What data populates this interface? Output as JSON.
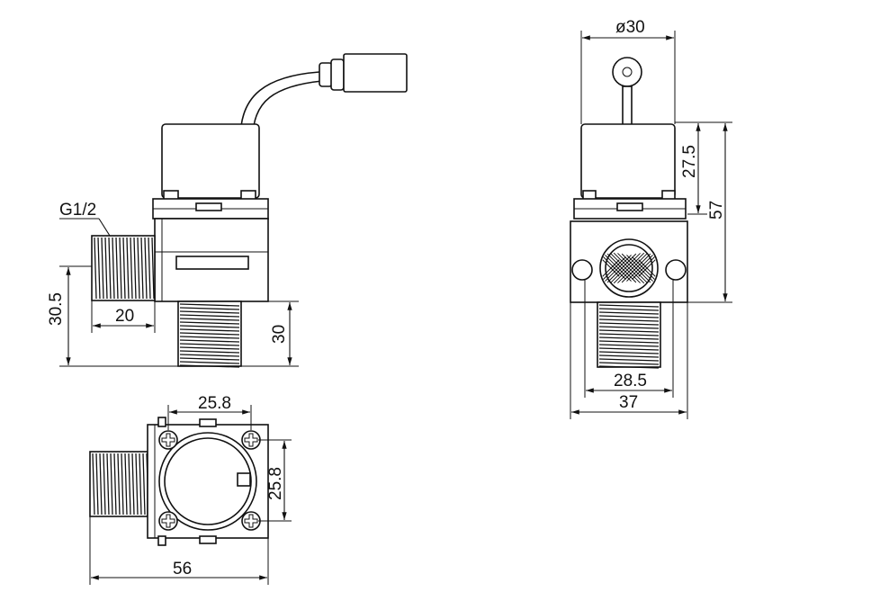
{
  "labels": {
    "thread": "G1/2",
    "side_view": {
      "height_total": "30.5",
      "thread_length": "20",
      "outlet_length": "30"
    },
    "top_view": {
      "hole_spacing_x": "25.8",
      "hole_spacing_y": "25.8",
      "overall_length": "56"
    },
    "front_view": {
      "coil_diameter": "ø30",
      "coil_height": "27.5",
      "overall_height": "57",
      "body_width_inner": "28.5",
      "body_width": "37"
    }
  }
}
